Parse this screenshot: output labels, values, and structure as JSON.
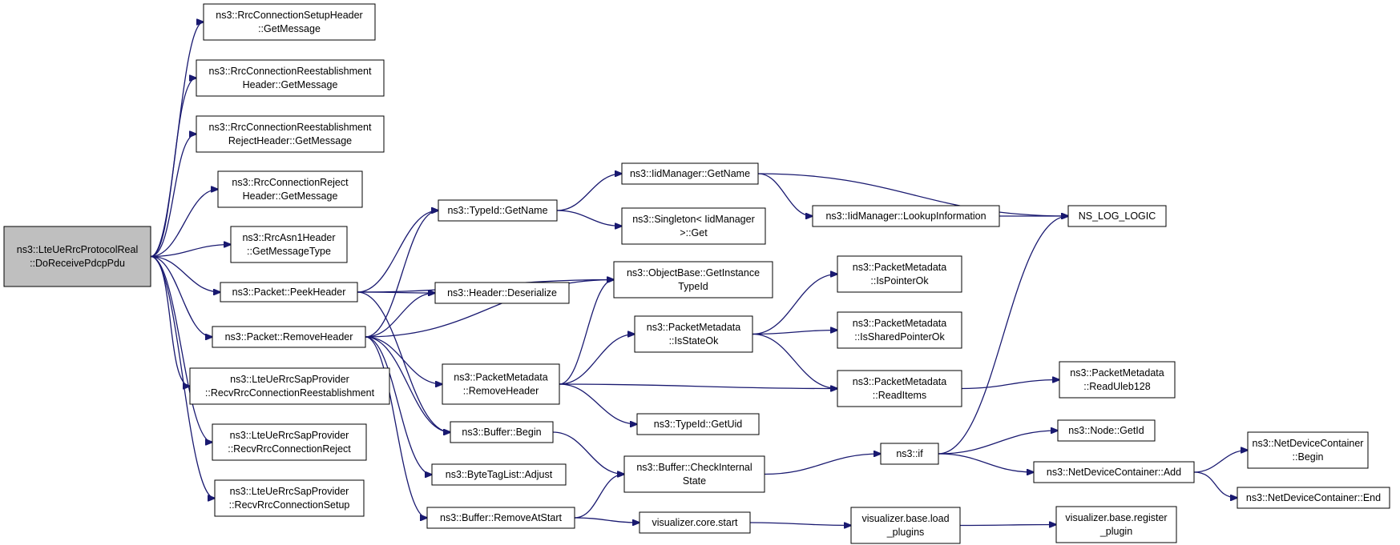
{
  "colors": {
    "edge": "#191970",
    "root_fill": "#bfbfbf",
    "node_fill": "#ffffff",
    "border": "#000000"
  },
  "nodes": [
    {
      "id": "root",
      "lines": [
        "ns3::LteUeRrcProtocolReal",
        "::DoReceivePdcpPdu"
      ],
      "root": true
    },
    {
      "id": "n1",
      "lines": [
        "ns3::RrcConnectionSetupHeader",
        "::GetMessage"
      ]
    },
    {
      "id": "n2",
      "lines": [
        "ns3::RrcConnectionReestablishment",
        "Header::GetMessage"
      ]
    },
    {
      "id": "n3",
      "lines": [
        "ns3::RrcConnectionReestablishment",
        "RejectHeader::GetMessage"
      ]
    },
    {
      "id": "n4",
      "lines": [
        "ns3::RrcConnectionReject",
        "Header::GetMessage"
      ]
    },
    {
      "id": "n5",
      "lines": [
        "ns3::RrcAsn1Header",
        "::GetMessageType"
      ]
    },
    {
      "id": "n6",
      "lines": [
        "ns3::Packet::PeekHeader"
      ]
    },
    {
      "id": "n7",
      "lines": [
        "ns3::Packet::RemoveHeader"
      ]
    },
    {
      "id": "n8",
      "lines": [
        "ns3::LteUeRrcSapProvider",
        "::RecvRrcConnectionReestablishment"
      ]
    },
    {
      "id": "n9",
      "lines": [
        "ns3::LteUeRrcSapProvider",
        "::RecvRrcConnectionReject"
      ]
    },
    {
      "id": "n10",
      "lines": [
        "ns3::LteUeRrcSapProvider",
        "::RecvRrcConnectionSetup"
      ]
    },
    {
      "id": "n11",
      "lines": [
        "ns3::TypeId::GetName"
      ]
    },
    {
      "id": "n12",
      "lines": [
        "ns3::Header::Deserialize"
      ]
    },
    {
      "id": "n13",
      "lines": [
        "ns3::PacketMetadata",
        "::RemoveHeader"
      ]
    },
    {
      "id": "n14",
      "lines": [
        "ns3::Buffer::Begin"
      ]
    },
    {
      "id": "n15",
      "lines": [
        "ns3::ByteTagList::Adjust"
      ]
    },
    {
      "id": "n16",
      "lines": [
        "ns3::Buffer::RemoveAtStart"
      ]
    },
    {
      "id": "n17",
      "lines": [
        "ns3::IidManager::GetName"
      ]
    },
    {
      "id": "n18",
      "lines": [
        "ns3::Singleton< IidManager",
        ">::Get"
      ]
    },
    {
      "id": "n19",
      "lines": [
        "ns3::ObjectBase::GetInstance",
        "TypeId"
      ]
    },
    {
      "id": "n20",
      "lines": [
        "ns3::PacketMetadata",
        "::IsStateOk"
      ]
    },
    {
      "id": "n21",
      "lines": [
        "ns3::TypeId::GetUid"
      ]
    },
    {
      "id": "n22",
      "lines": [
        "ns3::Buffer::CheckInternal",
        "State"
      ]
    },
    {
      "id": "n23",
      "lines": [
        "visualizer.core.start"
      ]
    },
    {
      "id": "n24",
      "lines": [
        "ns3::IidManager::LookupInformation"
      ]
    },
    {
      "id": "n25",
      "lines": [
        "ns3::PacketMetadata",
        "::IsPointerOk"
      ]
    },
    {
      "id": "n26",
      "lines": [
        "ns3::PacketMetadata",
        "::IsSharedPointerOk"
      ]
    },
    {
      "id": "n27",
      "lines": [
        "ns3::PacketMetadata",
        "::ReadItems"
      ]
    },
    {
      "id": "n28",
      "lines": [
        "ns3::if"
      ]
    },
    {
      "id": "n29",
      "lines": [
        "visualizer.base.load",
        "_plugins"
      ]
    },
    {
      "id": "n30",
      "lines": [
        "NS_LOG_LOGIC"
      ]
    },
    {
      "id": "n31",
      "lines": [
        "ns3::PacketMetadata",
        "::ReadUleb128"
      ]
    },
    {
      "id": "n32",
      "lines": [
        "ns3::Node::GetId"
      ]
    },
    {
      "id": "n33",
      "lines": [
        "ns3::NetDeviceContainer::Add"
      ]
    },
    {
      "id": "n34",
      "lines": [
        "visualizer.base.register",
        "_plugin"
      ]
    },
    {
      "id": "n35",
      "lines": [
        "ns3::NetDeviceContainer",
        "::Begin"
      ]
    },
    {
      "id": "n36",
      "lines": [
        "ns3::NetDeviceContainer::End"
      ]
    }
  ],
  "edges": [
    [
      "root",
      "n1"
    ],
    [
      "root",
      "n2"
    ],
    [
      "root",
      "n3"
    ],
    [
      "root",
      "n4"
    ],
    [
      "root",
      "n5"
    ],
    [
      "root",
      "n6"
    ],
    [
      "root",
      "n7"
    ],
    [
      "root",
      "n8"
    ],
    [
      "root",
      "n9"
    ],
    [
      "root",
      "n10"
    ],
    [
      "n6",
      "n11"
    ],
    [
      "n6",
      "n19"
    ],
    [
      "n6",
      "n12"
    ],
    [
      "n6",
      "n14"
    ],
    [
      "n7",
      "n11"
    ],
    [
      "n7",
      "n12"
    ],
    [
      "n7",
      "n19"
    ],
    [
      "n7",
      "n13"
    ],
    [
      "n7",
      "n14"
    ],
    [
      "n7",
      "n15"
    ],
    [
      "n7",
      "n16"
    ],
    [
      "n11",
      "n17"
    ],
    [
      "n11",
      "n18"
    ],
    [
      "n17",
      "n24"
    ],
    [
      "n17",
      "n30"
    ],
    [
      "n24",
      "n30"
    ],
    [
      "n13",
      "n19"
    ],
    [
      "n13",
      "n20"
    ],
    [
      "n13",
      "n27"
    ],
    [
      "n13",
      "n21"
    ],
    [
      "n20",
      "n25"
    ],
    [
      "n20",
      "n26"
    ],
    [
      "n20",
      "n27"
    ],
    [
      "n27",
      "n31"
    ],
    [
      "n14",
      "n22"
    ],
    [
      "n16",
      "n22"
    ],
    [
      "n16",
      "n23"
    ],
    [
      "n22",
      "n28"
    ],
    [
      "n28",
      "n30"
    ],
    [
      "n28",
      "n32"
    ],
    [
      "n28",
      "n33"
    ],
    [
      "n33",
      "n35"
    ],
    [
      "n33",
      "n36"
    ],
    [
      "n23",
      "n29"
    ],
    [
      "n29",
      "n34"
    ]
  ]
}
